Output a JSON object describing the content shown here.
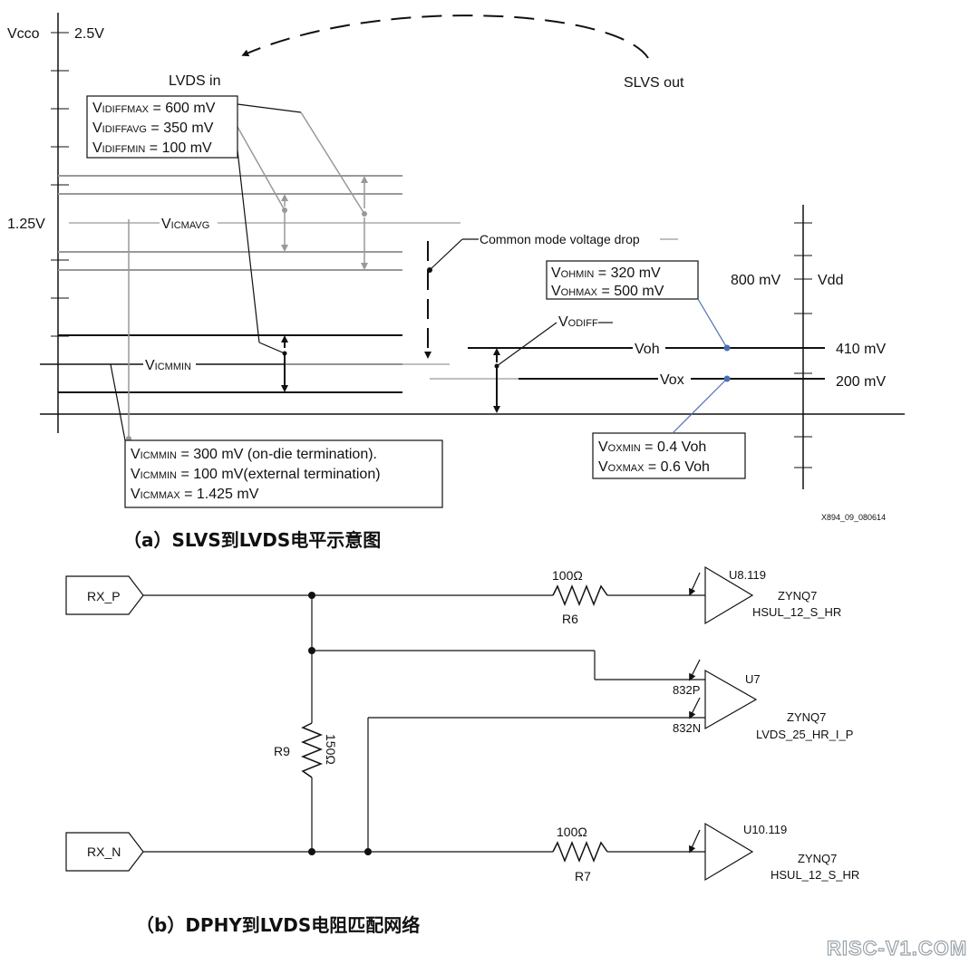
{
  "panel_a": {
    "vcco": "Vcco",
    "v25": "2.5V",
    "lvds_in": "LVDS in",
    "slvs_out": "SLVS out",
    "v125": "1.25V",
    "idiff": [
      {
        "v": "V",
        "sub": "IDIFFMAX",
        "val": " = 600 mV"
      },
      {
        "v": "V",
        "sub": "IDIFFAVG",
        "val": " = 350 mV"
      },
      {
        "v": "V",
        "sub": "IDIFFMIN",
        "val": " = 100 mV"
      }
    ],
    "vicmavg": {
      "v": "V",
      "sub": "ICMAVG"
    },
    "vicmmin": {
      "v": "V",
      "sub": "ICMMIN"
    },
    "cm_drop": "Common mode voltage drop",
    "voh_box": [
      {
        "v": "V",
        "sub": "OHMIN",
        "val": " = 320 mV"
      },
      {
        "v": "V",
        "sub": "OHMAX",
        "val": " = 500 mV"
      }
    ],
    "v800": "800 mV",
    "vdd": "Vdd",
    "vodiff": {
      "v": "V",
      "sub": "ODIFF"
    },
    "voh": "Voh",
    "v410": "410 mV",
    "vox": "Vox",
    "v200": "200 mV",
    "vicm_box": [
      {
        "v": "V",
        "sub": "ICMMIN",
        "val": " = 300 mV (on-die termination)."
      },
      {
        "v": "V",
        "sub": "ICMMIN",
        "val": " = 100 mV(external termination)"
      },
      {
        "v": "V",
        "sub": "ICMMAX",
        "val": " = 1.425 mV"
      }
    ],
    "vox_box": [
      {
        "v": "V",
        "sub": "OXMIN",
        "val": " = 0.4 Voh"
      },
      {
        "v": "V",
        "sub": "OXMAX",
        "val": " = 0.6 Voh"
      }
    ],
    "fig_id": "X894_09_080614",
    "caption": "（a）SLVS到LVDS电平示意图"
  },
  "panel_b": {
    "rx_p": "RX_P",
    "rx_n": "RX_N",
    "r6_val": "100Ω",
    "r6": "R6",
    "r7_val": "100Ω",
    "r7": "R7",
    "r9": "R9",
    "r9_val": "150Ω",
    "u8": "U8.119",
    "u8_name": "ZYNQ7",
    "u8_std": "HSUL_12_S_HR",
    "u7": "U7",
    "u7_p": "832P",
    "u7_n": "832N",
    "u7_name": "ZYNQ7",
    "u7_std": "LVDS_25_HR_I_P",
    "u10": "U10.119",
    "u10_name": "ZYNQ7",
    "u10_std": "HSUL_12_S_HR",
    "caption": "（b）DPHY到LVDS电阻匹配网络"
  },
  "watermark": "RISC-V1.COM"
}
